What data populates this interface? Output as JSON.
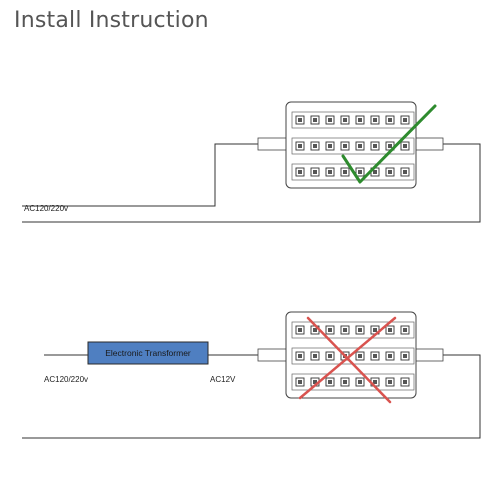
{
  "title": "Install Instruction",
  "diagram_top": {
    "supply_label": "AC120/220v",
    "verdict": "correct",
    "mark_color": "#2e8b2e"
  },
  "diagram_bottom": {
    "supply_label": "AC120/220v",
    "transformer_label": "Electronic Transformer",
    "output_label": "AC12V",
    "verdict": "incorrect",
    "mark_color": "#d9534f",
    "transformer_color": "#4f7fc1"
  }
}
